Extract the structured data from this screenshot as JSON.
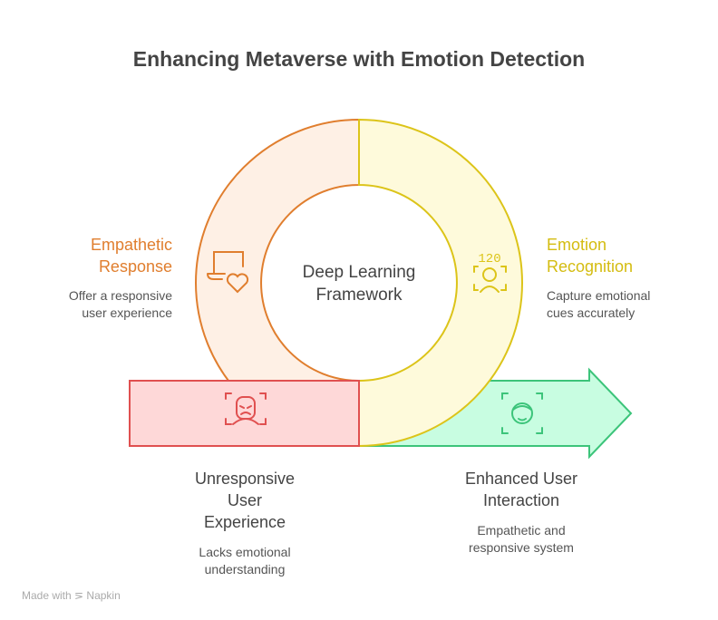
{
  "title": "Enhancing Metaverse with Emotion Detection",
  "center": {
    "line1": "Deep Learning",
    "line2": "Framework"
  },
  "empathetic": {
    "title1": "Empathetic",
    "title2": "Response",
    "desc1": "Offer a responsive",
    "desc2": "user experience",
    "color": "#e07e2e"
  },
  "emotion": {
    "title1": "Emotion",
    "title2": "Recognition",
    "desc1": "Capture emotional",
    "desc2": "cues accurately",
    "icon_text": "120",
    "color": "#dcc419"
  },
  "unresponsive": {
    "title1": "Unresponsive",
    "title2": "User",
    "title3": "Experience",
    "desc1": "Lacks emotional",
    "desc2": "understanding",
    "color": "#e05050"
  },
  "enhanced": {
    "title1": "Enhanced User",
    "title2": "Interaction",
    "desc1": "Empathetic and",
    "desc2": "responsive system",
    "color": "#3cc47a"
  },
  "footer": "Made with ⋝ Napkin"
}
